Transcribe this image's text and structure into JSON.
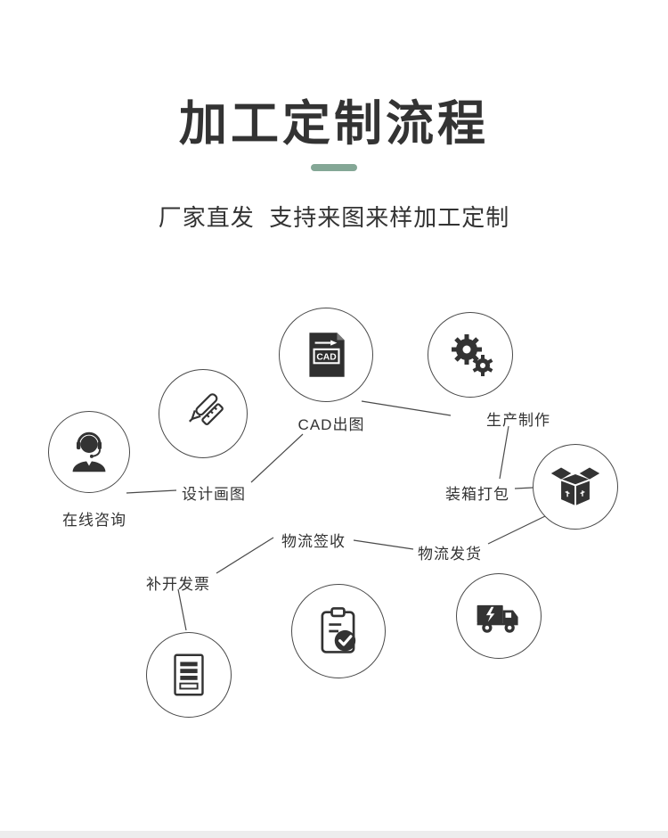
{
  "page": {
    "title": "加工定制流程",
    "subtitle": "厂家直发  支持来图来样加工定制"
  },
  "flow": {
    "cad_text": "CAD",
    "steps": [
      {
        "label": "在线咨询",
        "icon": "customer-service-icon"
      },
      {
        "label": "设计画图",
        "icon": "design-pen-icon"
      },
      {
        "label": "CAD出图",
        "icon": "cad-document-icon"
      },
      {
        "label": "生产制作",
        "icon": "gears-icon"
      },
      {
        "label": "装箱打包",
        "icon": "box-icon"
      },
      {
        "label": "物流发货",
        "icon": "truck-icon"
      },
      {
        "label": "物流签收",
        "icon": "clipboard-check-icon"
      },
      {
        "label": "补开发票",
        "icon": "invoice-icon"
      }
    ]
  },
  "colors": {
    "accent_green": "#84a796",
    "ink": "#333333"
  }
}
